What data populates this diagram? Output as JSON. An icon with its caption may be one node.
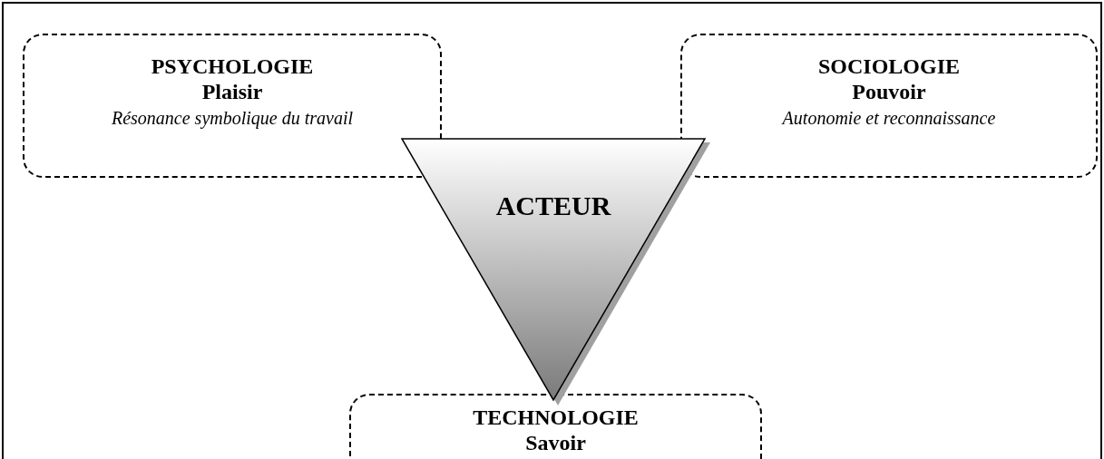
{
  "diagram": {
    "nodes": [
      {
        "text": [
          "PSYCHOLOGIE",
          "Plaisir",
          "Résonance symbolique du travail"
        ]
      },
      {
        "text": [
          "SOCIOLOGIE",
          "Pouvoir",
          "Autonomie et reconnaissance"
        ]
      },
      {
        "text": [
          "ACTEUR"
        ]
      },
      {
        "text": [
          "TECHNOLOGIE",
          "Savoir"
        ]
      }
    ]
  }
}
